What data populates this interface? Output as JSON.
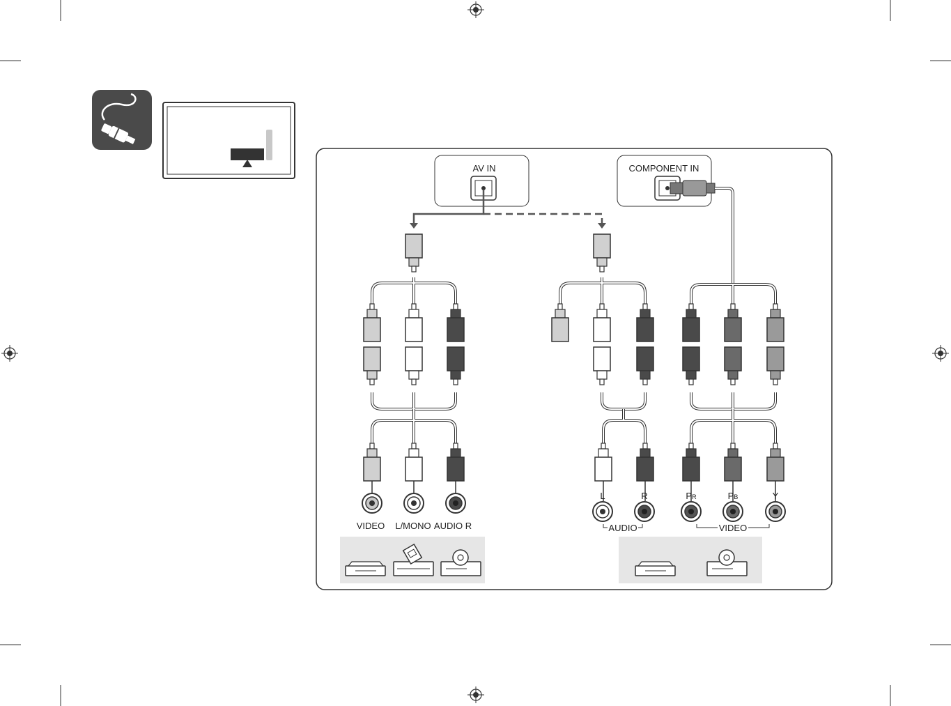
{
  "av_in": {
    "label": "AV IN"
  },
  "component_in": {
    "label": "COMPONENT IN"
  },
  "av_jacks": [
    {
      "label": "VIDEO",
      "color": "#c8c8c8"
    },
    {
      "label": "L/MONO",
      "color": "#ffffff"
    },
    {
      "label": "AUDIO R",
      "color": "#4a4a4a"
    }
  ],
  "component_audio_jacks": [
    {
      "label": "L",
      "color": "#ffffff"
    },
    {
      "label": "R",
      "color": "#4a4a4a"
    }
  ],
  "component_video_jacks": [
    {
      "label": "P",
      "sub": "R",
      "color": "#555555"
    },
    {
      "label": "P",
      "sub": "B",
      "color": "#6a6a6a"
    },
    {
      "label": "Y",
      "color": "#9a9a9a"
    }
  ],
  "group_labels": {
    "audio": "AUDIO",
    "video": "VIDEO"
  },
  "colors": {
    "line": "#333333",
    "device_panel": "#e6e6e6",
    "icon_badge": "#4a4a4a",
    "plug_light": "#d0d0d0",
    "plug_white": "#ffffff",
    "plug_dark": "#4a4a4a",
    "plug_mid": "#6a6a6a",
    "plug_gray": "#9a9a9a"
  },
  "icons": [
    "cable-connector-icon",
    "tv-back-panel-icon",
    "registration-mark-icon",
    "dvd-player-icon",
    "vcr-icon",
    "camcorder-icon"
  ]
}
